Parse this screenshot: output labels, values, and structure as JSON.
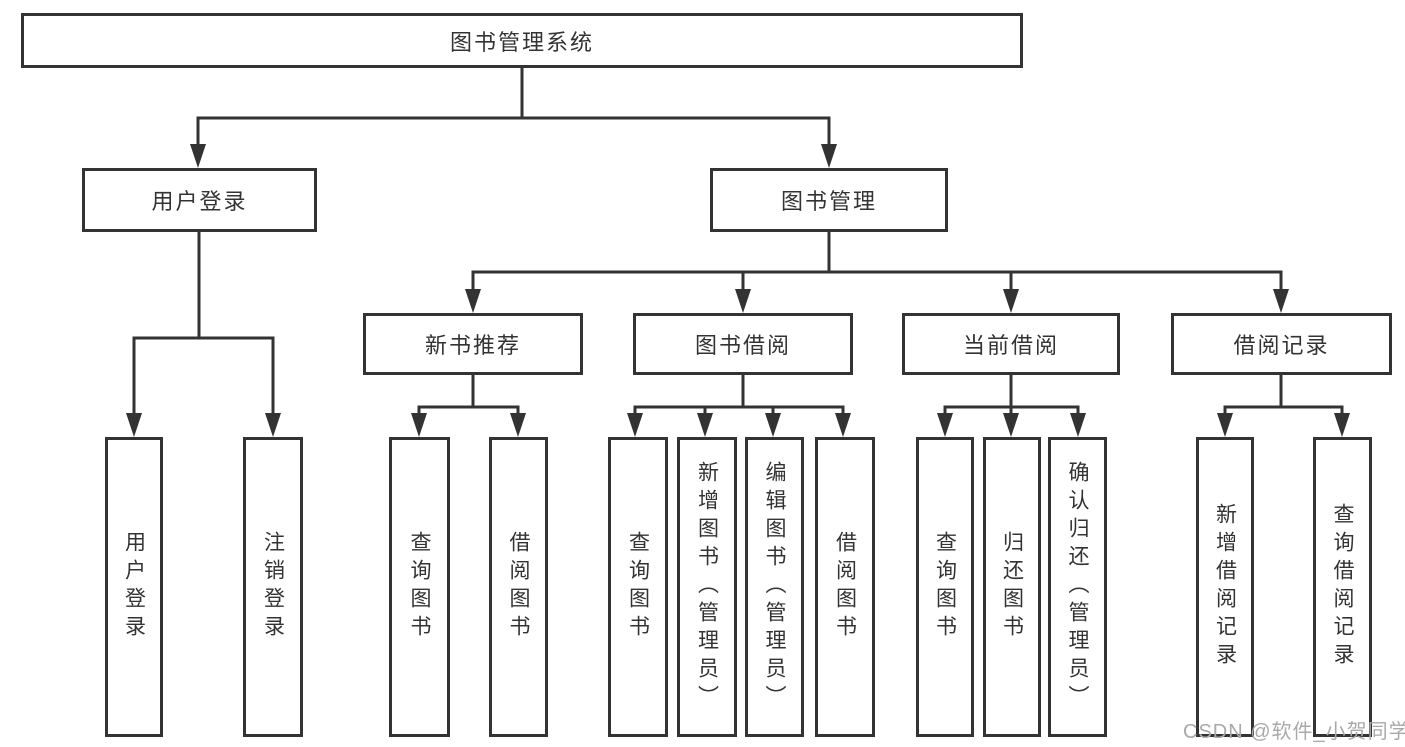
{
  "colors": {
    "line": "#333333",
    "box_border": "#333333",
    "text": "#333333",
    "watermark": "#a9a9a9"
  },
  "tree": {
    "root": {
      "label": "图书管理系统",
      "children": [
        {
          "label": "用户登录",
          "children": [
            {
              "label": "用户登录"
            },
            {
              "label": "注销登录"
            }
          ]
        },
        {
          "label": "图书管理",
          "children": [
            {
              "label": "新书推荐",
              "children": [
                {
                  "label": "查询图书"
                },
                {
                  "label": "借阅图书"
                }
              ]
            },
            {
              "label": "图书借阅",
              "children": [
                {
                  "label": "查询图书"
                },
                {
                  "label": "新增图书（管理员）"
                },
                {
                  "label": "编辑图书（管理员）"
                },
                {
                  "label": "借阅图书"
                }
              ]
            },
            {
              "label": "当前借阅",
              "children": [
                {
                  "label": "查询图书"
                },
                {
                  "label": "归还图书"
                },
                {
                  "label": "确认归还（管理员）"
                }
              ]
            },
            {
              "label": "借阅记录",
              "children": [
                {
                  "label": "新增借阅记录"
                },
                {
                  "label": "查询借阅记录"
                }
              ]
            }
          ]
        }
      ]
    }
  },
  "watermark": {
    "text": "CSDN @软件_小贺同学"
  }
}
